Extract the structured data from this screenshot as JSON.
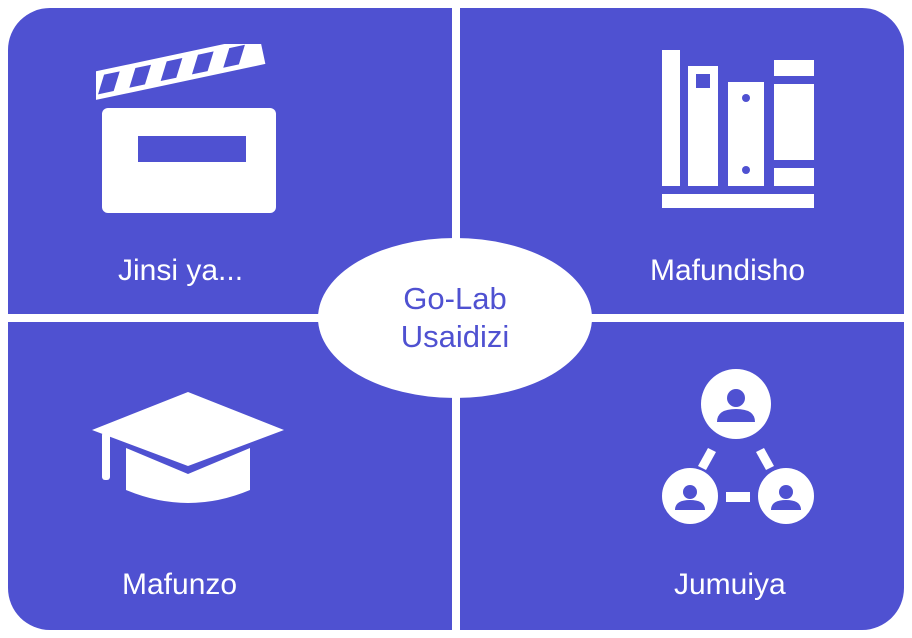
{
  "center": {
    "line1": "Go-Lab",
    "line2": "Usaidizi"
  },
  "tiles": [
    {
      "label": "Jinsi ya...",
      "icon": "clapperboard-icon"
    },
    {
      "label": "Mafundisho",
      "icon": "books-icon"
    },
    {
      "label": "Mafunzo",
      "icon": "graduation-cap-icon"
    },
    {
      "label": "Jumuiya",
      "icon": "community-icon"
    }
  ],
  "colors": {
    "accent": "#4f51d1",
    "foreground": "#ffffff"
  }
}
